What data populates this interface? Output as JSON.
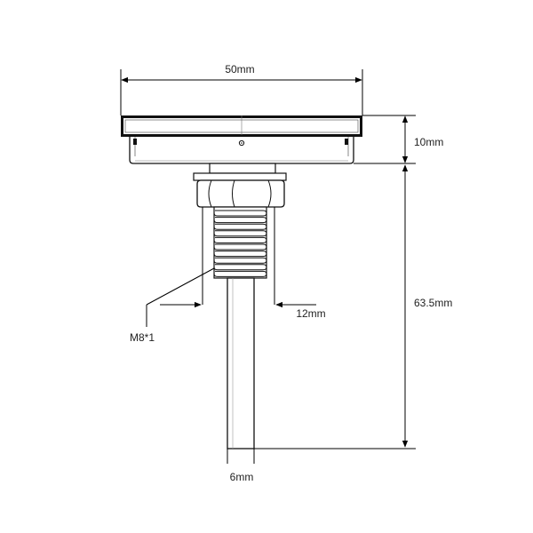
{
  "dimensions": {
    "diameter": "50mm",
    "head_height": "10mm",
    "stem_length": "63.5mm",
    "hex_width": "12mm",
    "thread": "M8*1",
    "stem_diameter": "6mm"
  }
}
